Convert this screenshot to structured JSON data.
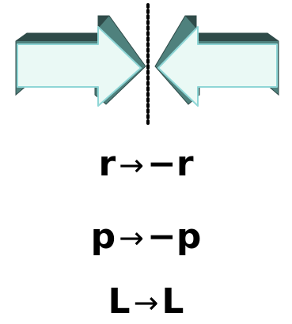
{
  "colors": {
    "arrow_face": "#eaf9f5",
    "arrow_side": "#4f817d",
    "arrow_side_dark": "#2f4b49",
    "arrow_edge": "#8fd6d6",
    "mirror_line": "#000000",
    "text": "#000000"
  },
  "transformations": [
    {
      "lhs": "r",
      "arrow": "→",
      "rhs": "−r"
    },
    {
      "lhs": "p",
      "arrow": "→",
      "rhs": "−p"
    },
    {
      "lhs": "L",
      "arrow": "→",
      "rhs": "L"
    }
  ]
}
